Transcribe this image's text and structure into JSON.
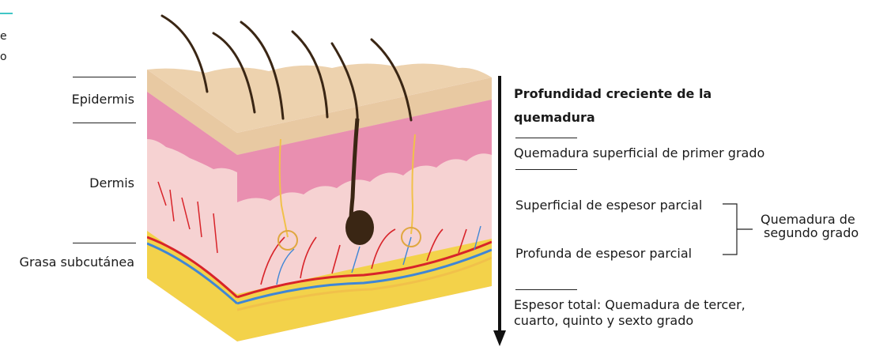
{
  "layers": {
    "epidermis": "Epidermis",
    "dermis": "Dermis",
    "subcutaneous": "Grasa subcutánea"
  },
  "depth_title": "Profundidad creciente de la quemadura",
  "burns": {
    "first": "Quemadura superficial de primer grado",
    "superficial_partial": "Superficial de espesor parcial",
    "deep_partial": "Profunda de espesor parcial",
    "second_line1": "Quemadura de",
    "second_line2": "segundo grado",
    "full_line1": "Espesor total: Quemadura de tercer,",
    "full_line2": "cuarto, quinto y sexto grado"
  },
  "edge_fragments": {
    "top": "e",
    "bottom": "o"
  },
  "colors": {
    "skin_top": "#e8c9a2",
    "epidermis": "#e98fb0",
    "dermis": "#f6d2d2",
    "fat": "#f3d24a",
    "hair": "#3a2614",
    "artery": "#d8242a",
    "vein": "#3f86d6",
    "nerve": "#f1c14a",
    "accent": "#41c6c6"
  }
}
